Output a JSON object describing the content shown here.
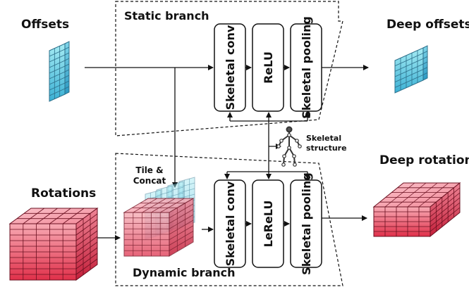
{
  "labels": {
    "offsets": "Offsets",
    "static_branch": "Static branch",
    "deep_offsets": "Deep offsets",
    "skeletal_structure_line1": "Skeletal",
    "skeletal_structure_line2": "structure",
    "tile_concat_line1": "Tile &",
    "tile_concat_line2": "Concat",
    "deep_rotations": "Deep rotations",
    "rotations": "Rotations",
    "dynamic_branch": "Dynamic branch"
  },
  "static_ops": [
    "Skeletal conv",
    "ReLU",
    "Skeletal pooling"
  ],
  "dynamic_ops": [
    "Skeletal conv",
    "LeReLU",
    "Skeletal pooling"
  ],
  "colors": {
    "offset_top": "#9fe6f0",
    "offset_bottom": "#3fb6d6",
    "rotation_top": "#f7a3ad",
    "rotation_bottom": "#e23a52",
    "line": "#111111"
  }
}
